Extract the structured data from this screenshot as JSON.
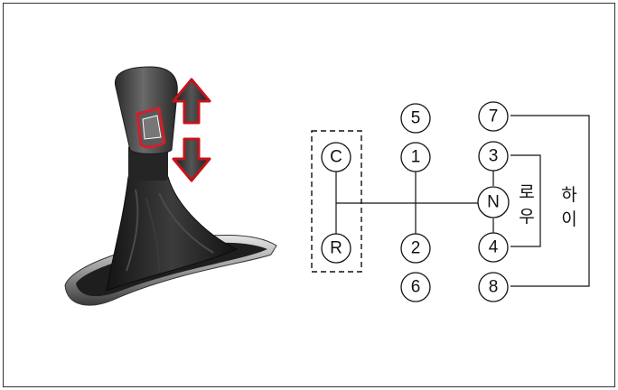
{
  "diagram": {
    "gears": {
      "g5": "5",
      "g1": "1",
      "g2": "2",
      "g6": "6",
      "g7": "7",
      "g3": "3",
      "gN": "N",
      "g4": "4",
      "g8": "8",
      "gC": "C",
      "gR": "R"
    },
    "low_range_label": [
      "로",
      "우"
    ],
    "high_range_label": [
      "하",
      "이"
    ]
  },
  "colors": {
    "line": "#111111",
    "arrow": "#c0151b",
    "knob_highlight": "#d21f2a"
  },
  "icons": {
    "shift_lever": "gear-shift-lever-illustration",
    "direction_arrows": "up-down-arrows"
  }
}
